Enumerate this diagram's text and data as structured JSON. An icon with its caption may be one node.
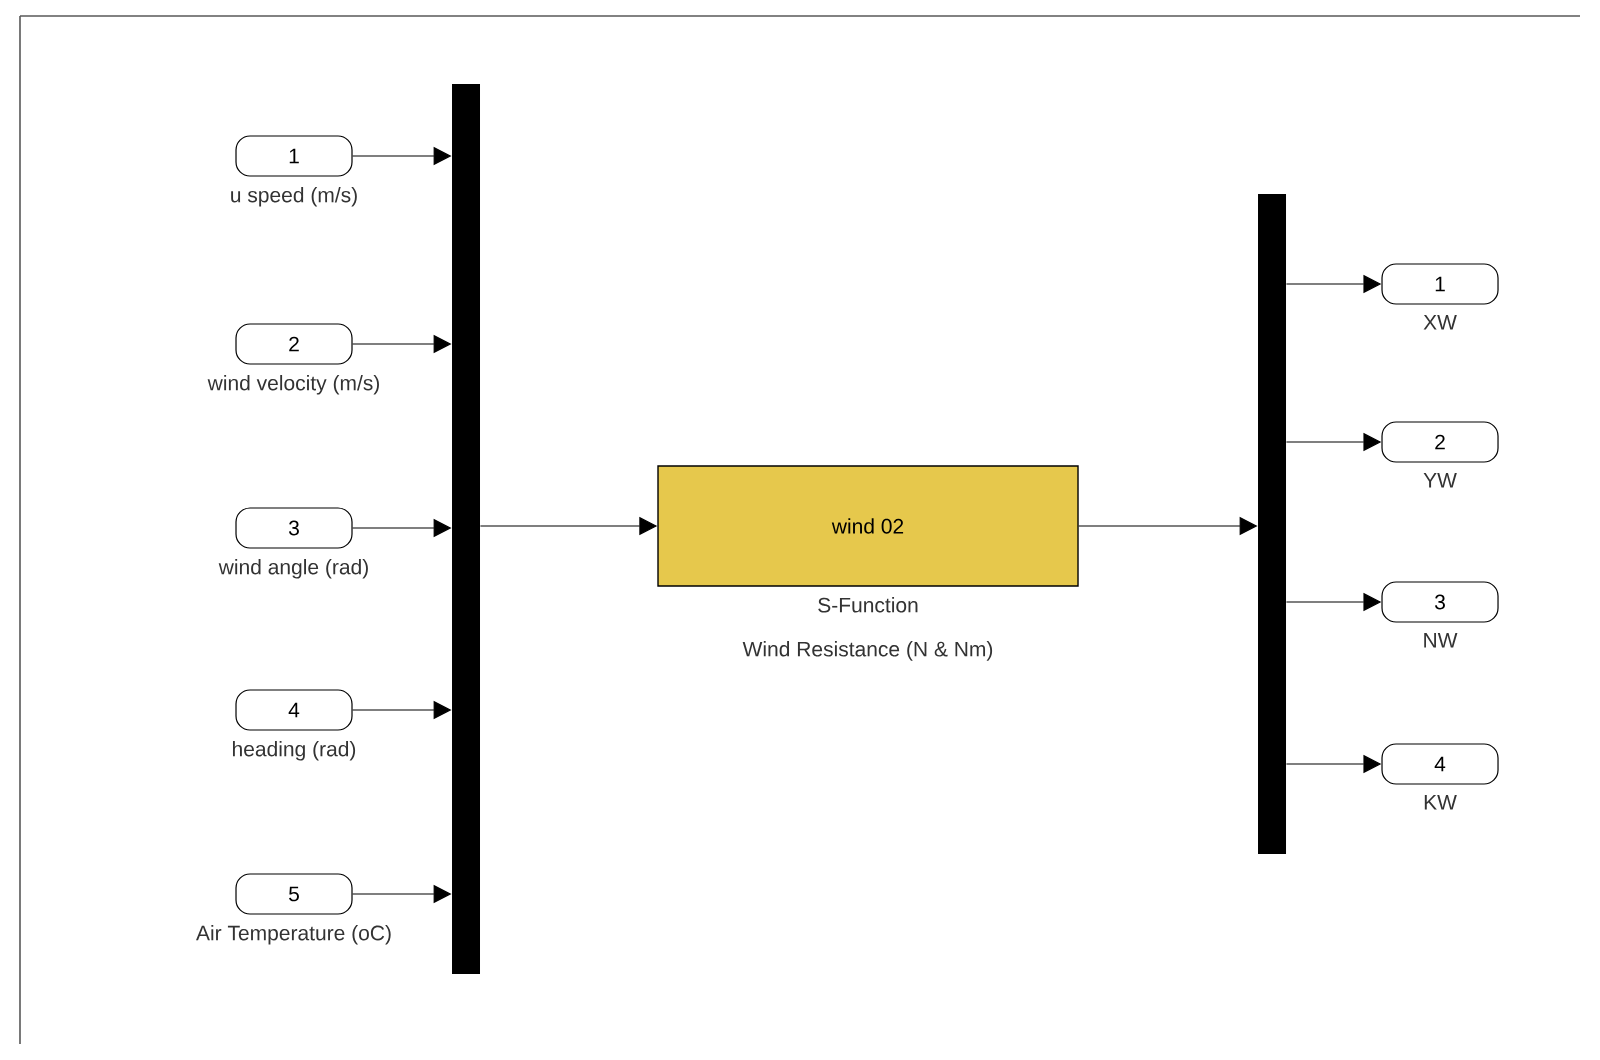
{
  "diagram": {
    "nodes": [
      {
        "text": [
          "1"
        ],
        "beside": [
          "u speed  (m/s)"
        ]
      },
      {
        "text": [
          "2"
        ],
        "beside": [
          "wind velocity    (m/s)"
        ]
      },
      {
        "text": [
          "3"
        ],
        "beside": [
          "wind angle    (rad)"
        ]
      },
      {
        "text": [
          "4"
        ],
        "beside": [
          "heading   (rad)"
        ]
      },
      {
        "text": [
          "5"
        ],
        "beside": [
          "Air Temperature   (oC)"
        ]
      },
      {
        "text": [],
        "shape": "bar"
      },
      {
        "text": [
          "wind 02"
        ],
        "beside": [
          "S-Function",
          "Wind Resistance   (N & Nm)"
        ]
      },
      {
        "text": [],
        "shape": "bar"
      },
      {
        "text": [
          "1"
        ],
        "beside": [
          "XW"
        ]
      },
      {
        "text": [
          "2"
        ],
        "beside": [
          "YW"
        ]
      },
      {
        "text": [
          "3"
        ],
        "beside": [
          "NW"
        ]
      },
      {
        "text": [
          "4"
        ],
        "beside": [
          "KW"
        ]
      }
    ],
    "edges": [
      {
        "from": 0,
        "to": 5,
        "arrow": "to"
      },
      {
        "from": 1,
        "to": 5,
        "arrow": "to"
      },
      {
        "from": 2,
        "to": 5,
        "arrow": "to"
      },
      {
        "from": 3,
        "to": 5,
        "arrow": "to"
      },
      {
        "from": 4,
        "to": 5,
        "arrow": "to"
      },
      {
        "from": 5,
        "to": 6,
        "arrow": "to"
      },
      {
        "from": 6,
        "to": 7,
        "arrow": "to"
      },
      {
        "from": 7,
        "to": 8,
        "arrow": "to"
      },
      {
        "from": 7,
        "to": 9,
        "arrow": "to"
      },
      {
        "from": 7,
        "to": 10,
        "arrow": "to"
      },
      {
        "from": 7,
        "to": 11,
        "arrow": "to"
      }
    ]
  }
}
